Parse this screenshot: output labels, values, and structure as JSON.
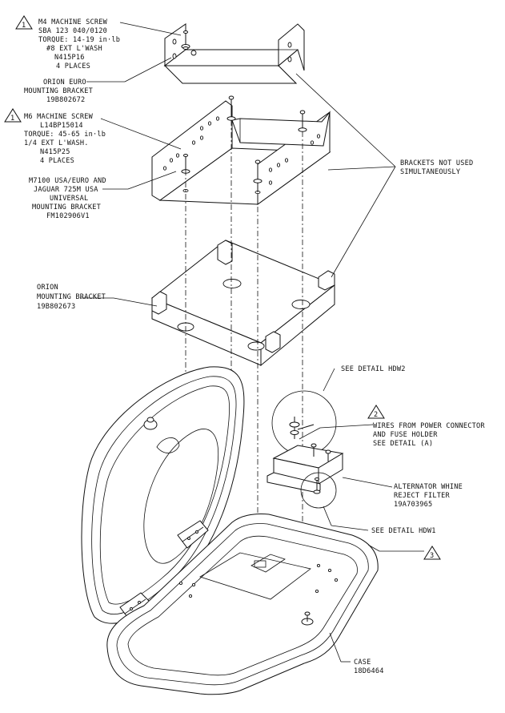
{
  "callouts": {
    "m4_screw": {
      "flag": "1",
      "lines": [
        "M4 MACHINE SCREW",
        "SBA 123 040/0120",
        "TORQUE: 14-19 in·lb",
        "#8 EXT L'WASH",
        "N415P16",
        "4 PLACES"
      ]
    },
    "orion_euro_bracket": {
      "lines": [
        "ORION EURO",
        "MOUNTING BRACKET",
        "19B802672"
      ]
    },
    "m6_screw": {
      "flag": "1",
      "lines": [
        "M6 MACHINE SCREW",
        "L14BP15014",
        "TORQUE: 45-65 in·lb",
        "1/4 EXT L'WASH.",
        "N415P25",
        "4 PLACES"
      ]
    },
    "universal_bracket": {
      "lines": [
        "M7100 USA/EURO AND",
        "JAGUAR 725M USA",
        "UNIVERSAL",
        "MOUNTING BRACKET",
        "FM102906V1"
      ]
    },
    "orion_bracket": {
      "lines": [
        "ORION",
        "MOUNTING BRACKET",
        "19B802673"
      ]
    },
    "brackets_note": {
      "lines": [
        "BRACKETS NOT USED",
        "SIMULTANEOUSLY"
      ]
    },
    "detail_hdw2": {
      "lines": [
        "SEE DETAIL HDW2"
      ]
    },
    "wires_note": {
      "flag": "2",
      "lines": [
        "WIRES FROM POWER CONNECTOR",
        "AND FUSE HOLDER",
        "SEE DETAIL (A)"
      ]
    },
    "filter": {
      "lines": [
        "ALTERNATOR WHINE",
        "REJECT FILTER",
        "19A703965"
      ]
    },
    "detail_hdw1": {
      "lines": [
        "SEE DETAIL HDW1"
      ]
    },
    "flag3": {
      "flag": "3"
    },
    "case": {
      "lines": [
        "CASE",
        "18D6464"
      ]
    }
  }
}
